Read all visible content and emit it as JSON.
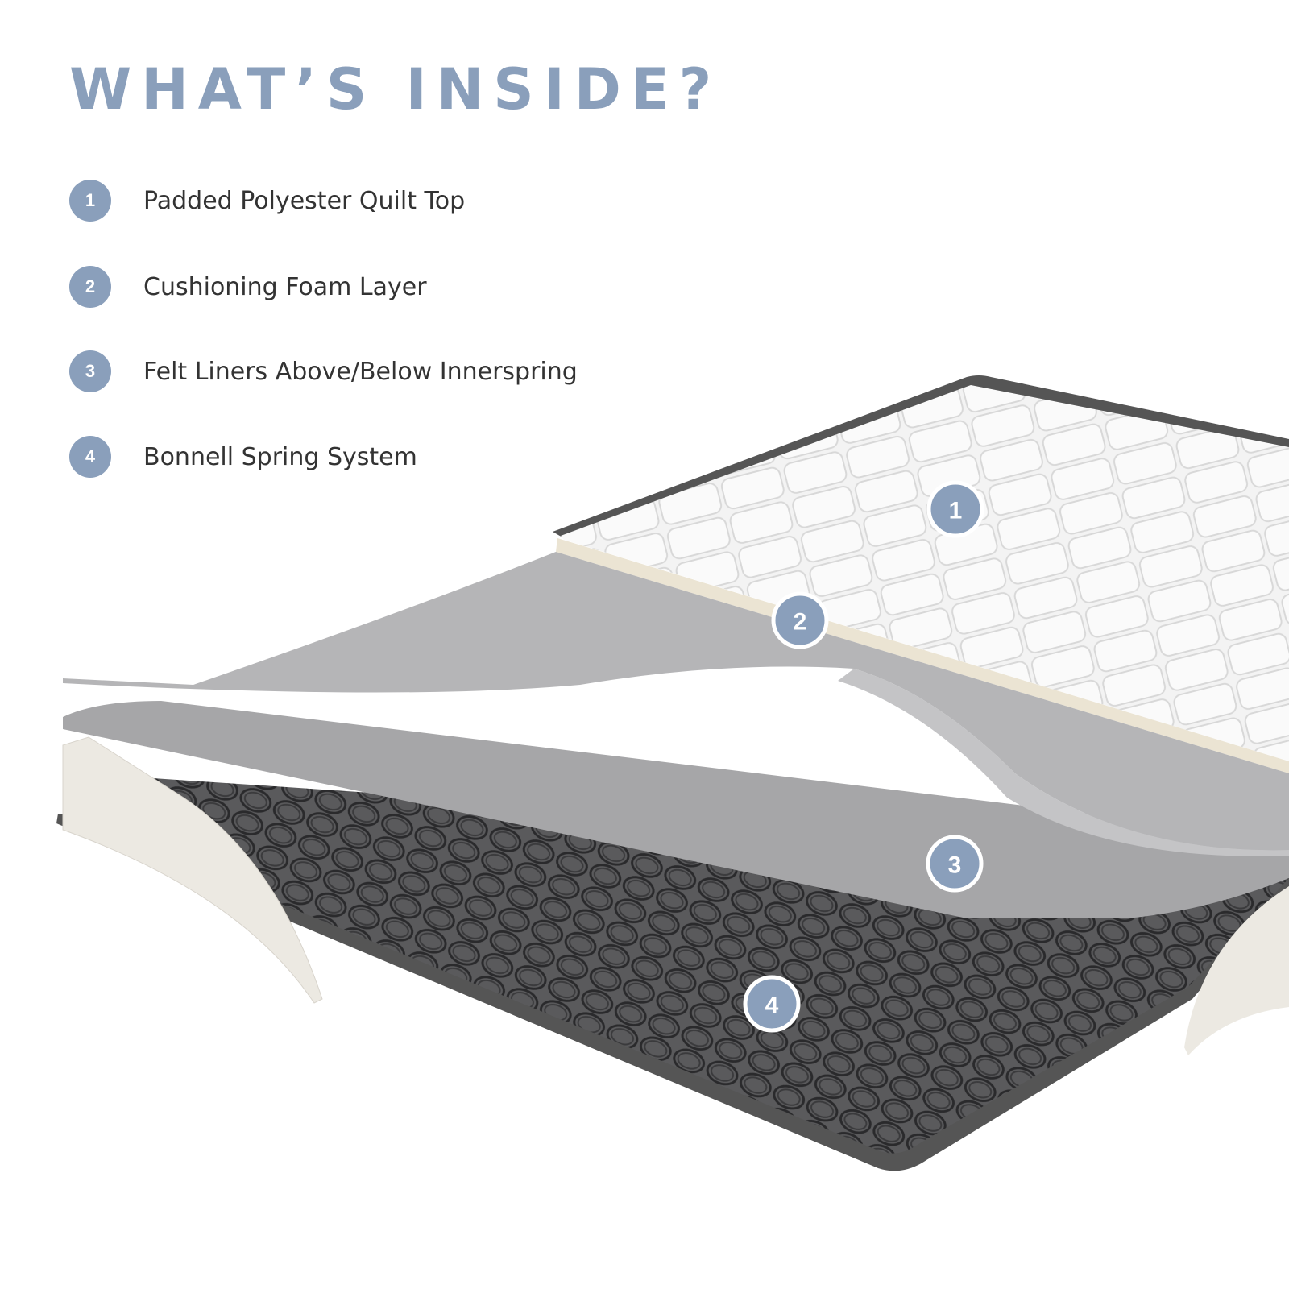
{
  "title": "WHAT’S INSIDE?",
  "accent_color": "#8a9fbb",
  "layers": [
    {
      "number": "1",
      "label": "Padded Polyester Quilt Top"
    },
    {
      "number": "2",
      "label": "Cushioning Foam Layer"
    },
    {
      "number": "3",
      "label": "Felt Liners Above/Below Innerspring"
    },
    {
      "number": "4",
      "label": "Bonnell Spring System"
    }
  ]
}
